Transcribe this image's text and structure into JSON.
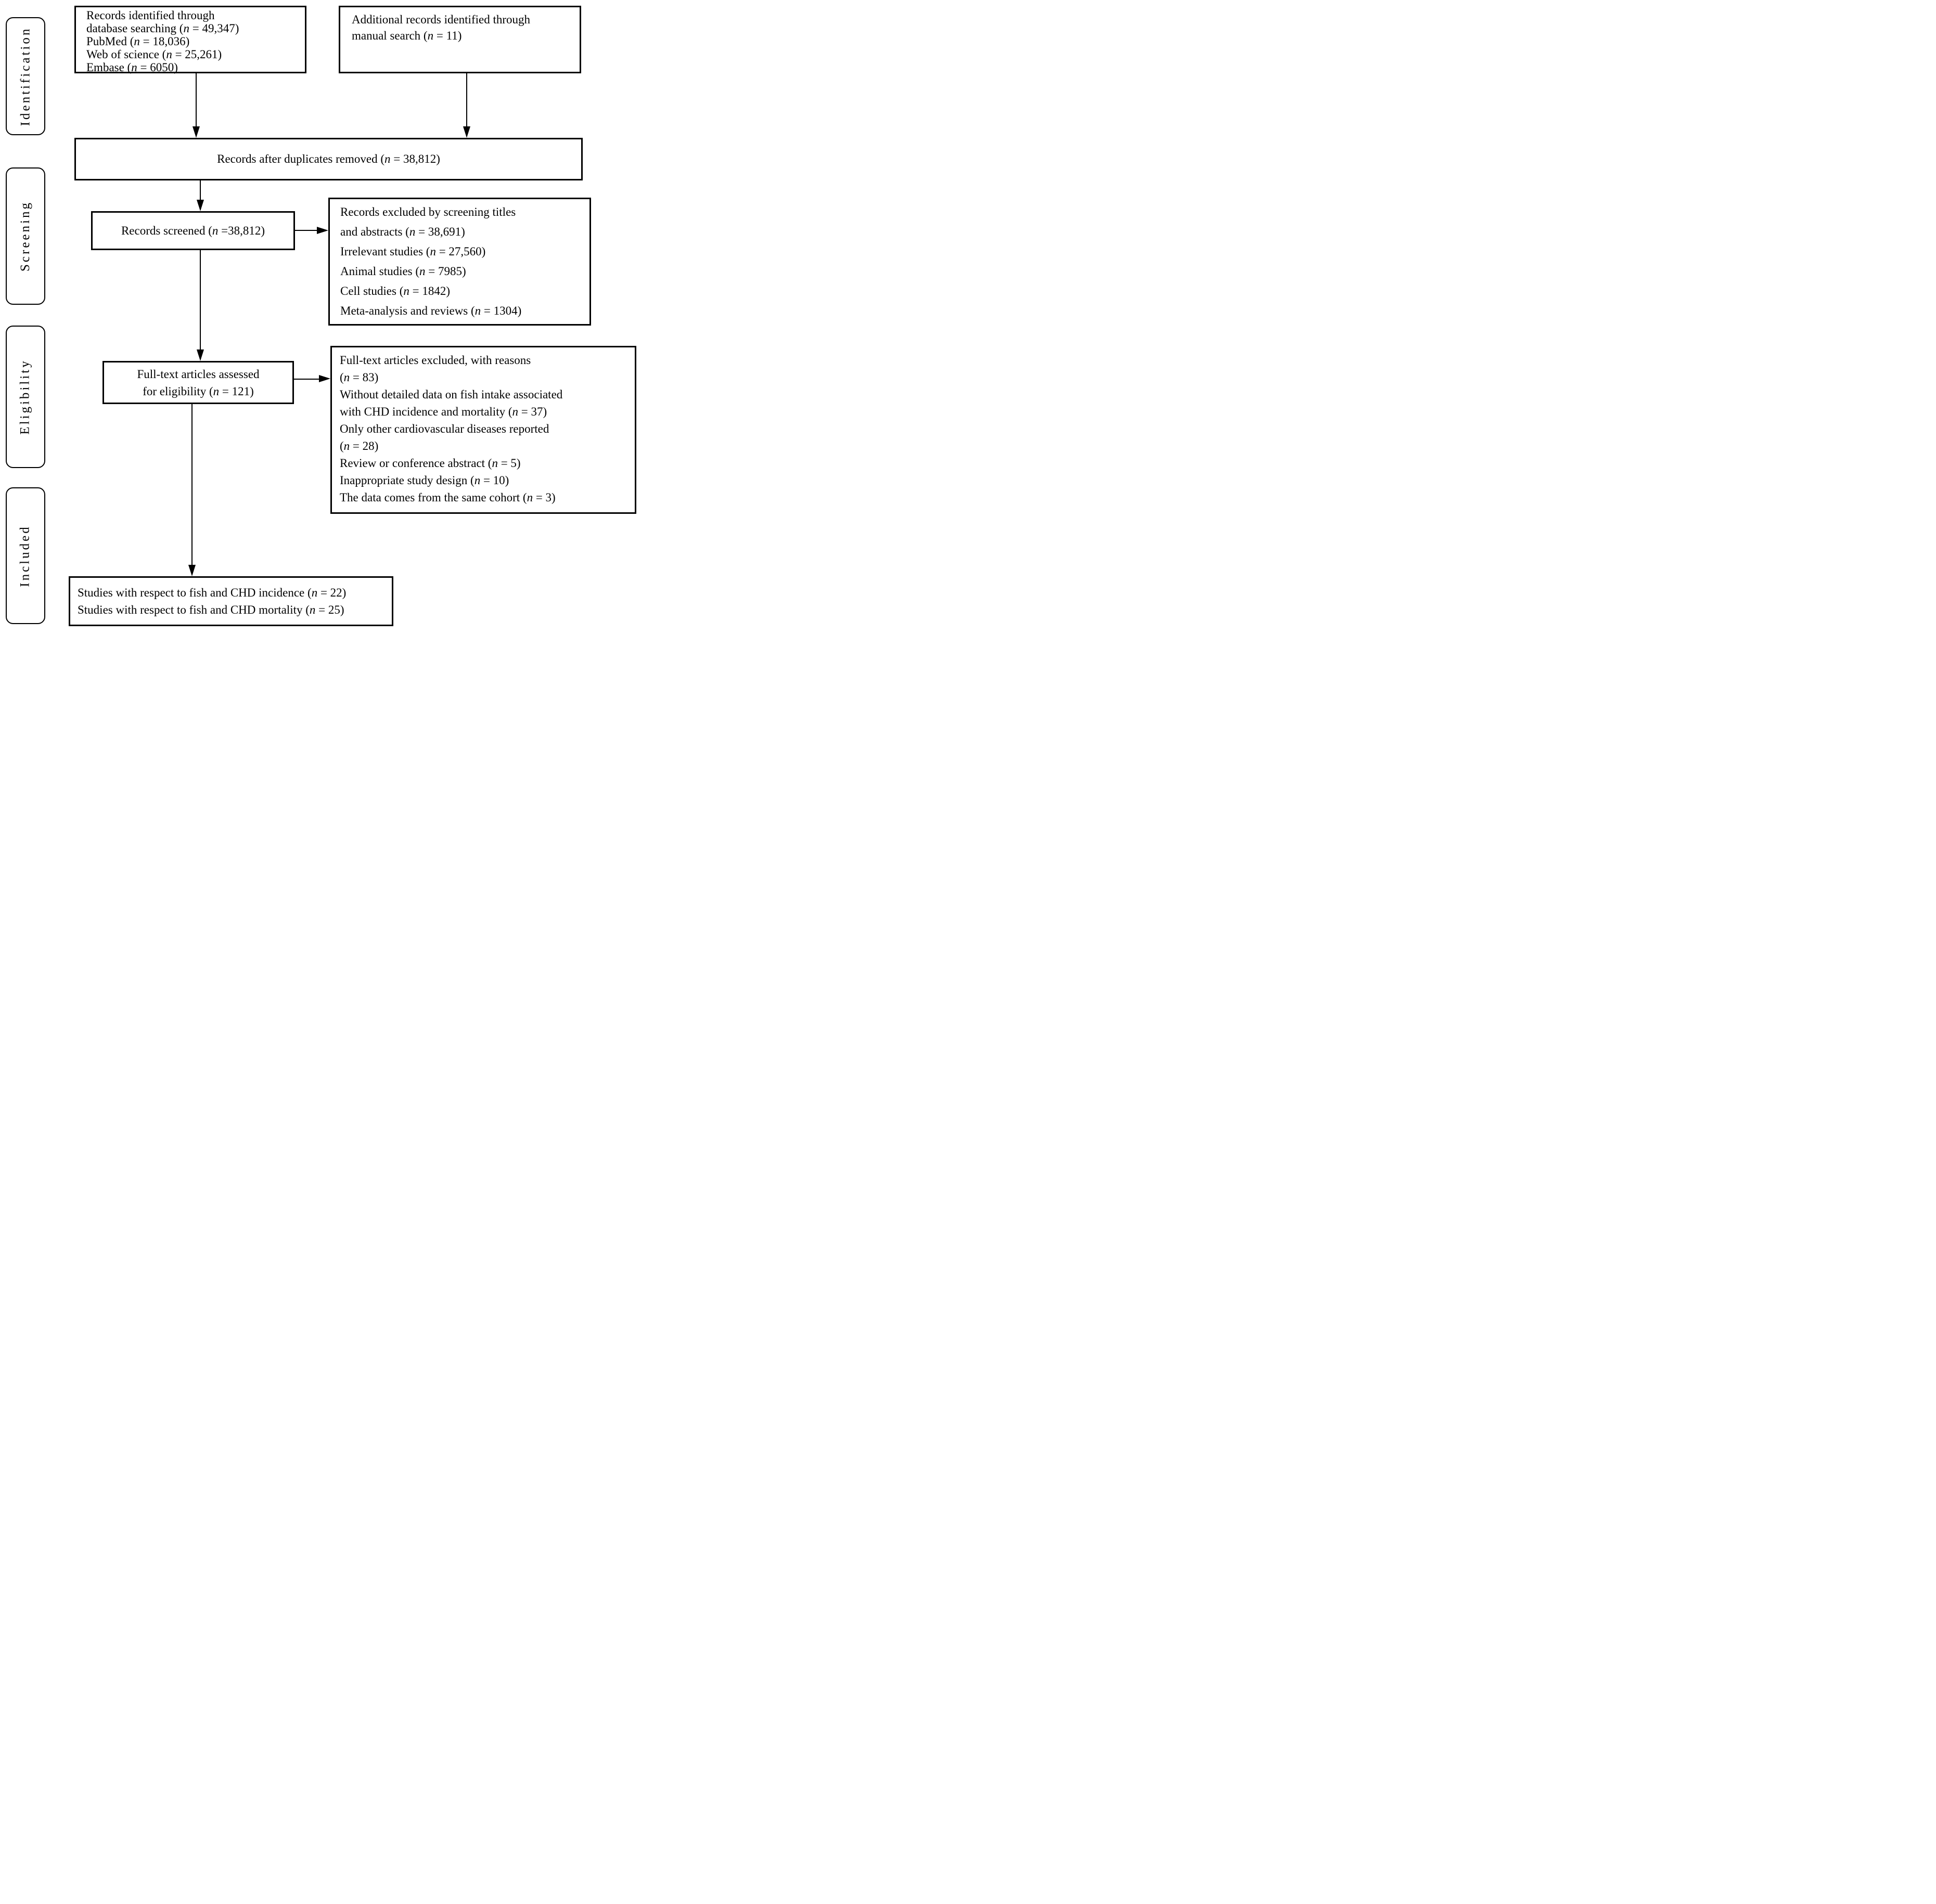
{
  "diagram": {
    "title": "Study selection flow diagram",
    "colors": {
      "ink": "#000000",
      "background": "#ffffff"
    },
    "stage_labels": [
      {
        "label": "Identification"
      },
      {
        "label": "Screening"
      },
      {
        "label": "Eligibility"
      },
      {
        "label": "Included"
      }
    ],
    "boxes": {
      "identified": {
        "lines": [
          "Records identified through",
          "database searching (n = 49,347)",
          "PubMed (n = 18,036)",
          "Web of science (n = 25,261)",
          "Embase (n = 6050)"
        ]
      },
      "additional": {
        "lines": [
          "Additional records identified through",
          "manual search (n = 11)"
        ]
      },
      "after_duplicates": {
        "lines": [
          "Records after duplicates removed (n = 38,812)"
        ]
      },
      "screened": {
        "lines": [
          "Records screened (n =38,812)"
        ]
      },
      "excluded_screening": {
        "lines": [
          "Records excluded by screening titles",
          "and abstracts (n = 38,691)",
          "Irrelevant studies (n = 27,560)",
          "Animal studies (n = 7985)",
          "Cell studies (n = 1842)",
          "Meta-analysis and reviews (n = 1304)"
        ]
      },
      "fulltext_assessed": {
        "lines": [
          "Full-text articles assessed",
          "for eligibility  (n = 121)"
        ]
      },
      "excluded_fulltext": {
        "lines": [
          "Full-text articles excluded,  with reasons",
          "(n = 83)",
          "Without detailed data on fish intake associated",
          "with CHD incidence and mortality  (n = 37)",
          "Only other cardiovascular diseases reported",
          "(n = 28)",
          "Review or conference abstract (n = 5)",
          "Inappropriate study design (n = 10)",
          "The data comes from the same cohort (n = 3)"
        ]
      },
      "included_studies": {
        "lines": [
          "Studies with respect to fish and CHD incidence (n = 22)",
          "Studies with respect to fish and CHD mortality (n = 25)"
        ]
      }
    }
  }
}
